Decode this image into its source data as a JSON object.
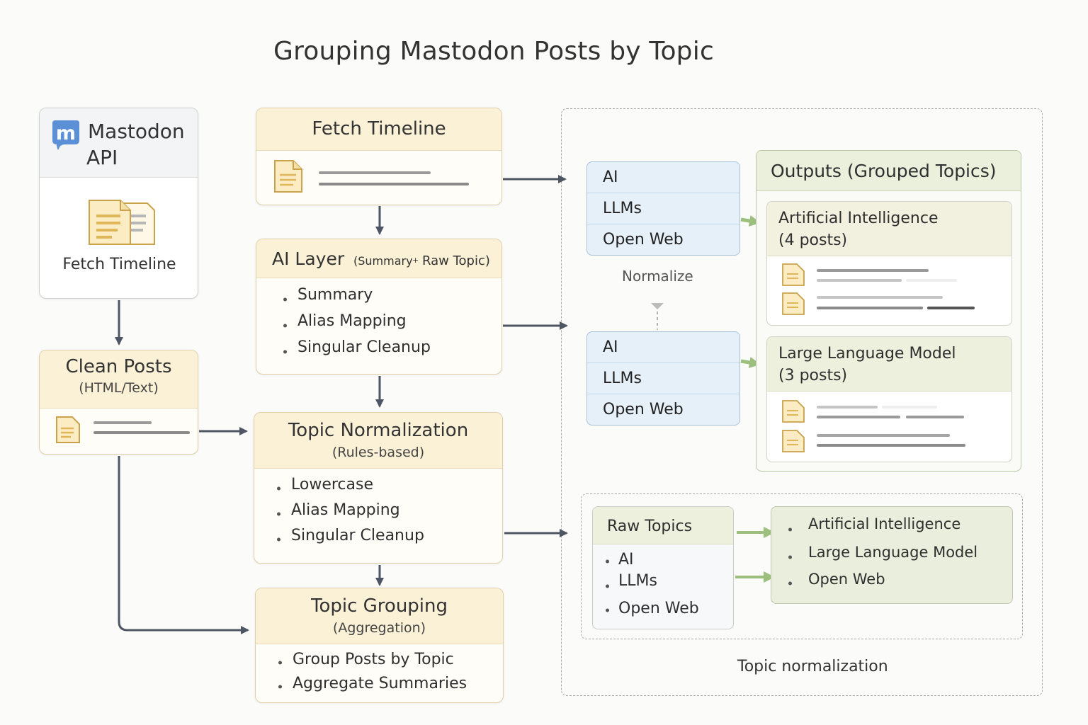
{
  "title": "Grouping Mastodon Posts by Topic",
  "source": {
    "name": "Mastodon",
    "name2": "API",
    "caption": "Fetch Timeline",
    "icon": "mastodon-logo-icon"
  },
  "clean_posts": {
    "title": "Clean Posts",
    "subtitle": "(HTML/Text)"
  },
  "fetch_timeline": {
    "title": "Fetch Timeline"
  },
  "ai_layer": {
    "title": "AI Layer",
    "subtitle_a": "(Summary",
    "subtitle_plus": "+",
    "subtitle_b": "Raw Topic)",
    "items": [
      "Summary",
      "Alias Mapping",
      "Singular Cleanup"
    ]
  },
  "topic_normalization": {
    "title": "Topic Normalization",
    "subtitle": "(Rules-based)",
    "items": [
      "Lowercase",
      "Alias Mapping",
      "Singular Cleanup"
    ]
  },
  "topic_grouping": {
    "title": "Topic Grouping",
    "subtitle": "(Aggregation)",
    "items": [
      "Group Posts by Topic",
      "Aggregate Summaries"
    ]
  },
  "raw_list_1": [
    "AI",
    "LLMs",
    "Open Web"
  ],
  "raw_list_2": [
    "AI",
    "LLMs",
    "Open Web"
  ],
  "normalize_label": "Normalize",
  "outputs": {
    "title": "Outputs (Grouped Topics)",
    "groups": [
      {
        "name": "Artificial Intelligence",
        "count": "(4 posts)"
      },
      {
        "name": "Large Language Model",
        "count": "(3 posts)"
      }
    ]
  },
  "raw_topics": {
    "title": "Raw Topics",
    "items": [
      "AI",
      "LLMs",
      "Open Web"
    ]
  },
  "normalized_topics": [
    "Artificial Intelligence",
    "Large Language Model",
    "Open Web"
  ],
  "panel_caption": "Topic normalization",
  "colors": {
    "accent_yellow": "#fbf1d6",
    "accent_blue": "#e6f0f8",
    "accent_green": "#eaf0dc",
    "arrow": "#4e5663",
    "green_arrow": "#9dbf7e",
    "mastodon": "#5b8fd6"
  }
}
